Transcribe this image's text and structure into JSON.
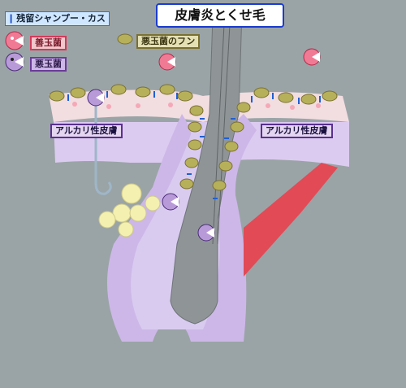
{
  "title": "皮膚炎とくせ毛",
  "legend": {
    "residue": "残留シャンプー・カス",
    "good_bacteria": "善玉菌",
    "bad_bacteria": "悪玉菌",
    "good_bacteria_feces": "悪玉菌のフン"
  },
  "labels": {
    "skin_left": "アルカリ性皮膚",
    "skin_right": "アルカリ性皮膚"
  },
  "colors": {
    "background": "#9aa4a6",
    "epidermis": "#f2dde0",
    "dermis": "#d9c8ef",
    "follicle": "#cdb7e8",
    "hair": "#8f9597",
    "feces": "#b7b05a",
    "residue": "#1e5fd4",
    "good_bacteria": "#f07a94",
    "bad_bacteria": "#b99ad8",
    "gland": "#f3f0b0",
    "muscle": "#e24a56"
  }
}
